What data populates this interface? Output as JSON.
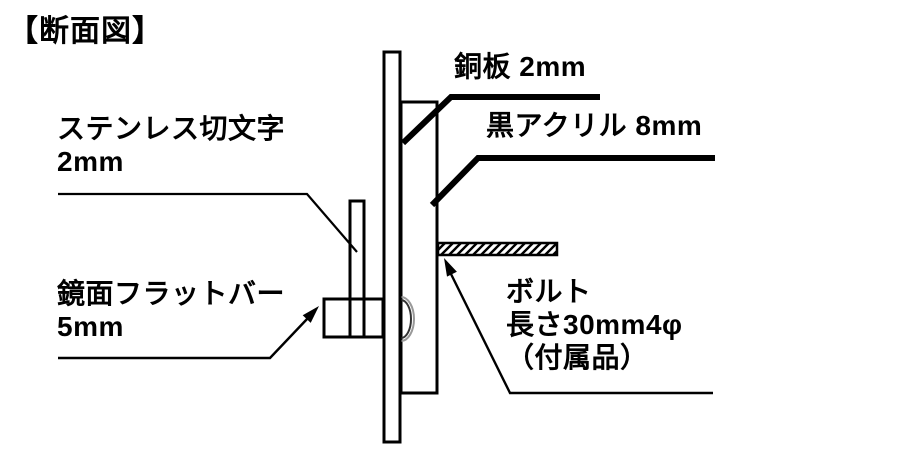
{
  "title": "【断面図】",
  "colors": {
    "ink": "#000000",
    "background": "#ffffff",
    "bolt_head_arc_gray": "#999999"
  },
  "labels": {
    "copper": {
      "text": "銅板 2mm"
    },
    "acrylic": {
      "text": "黒アクリル 8mm"
    },
    "stainless": {
      "line1": "ステンレス切文字",
      "line2": "2mm"
    },
    "flatbar": {
      "line1": "鏡面フラットバー",
      "line2": "5mm"
    },
    "bolt": {
      "line1": "ボルト",
      "line2": "長さ30mm4φ",
      "line3": "（付属品）"
    }
  }
}
